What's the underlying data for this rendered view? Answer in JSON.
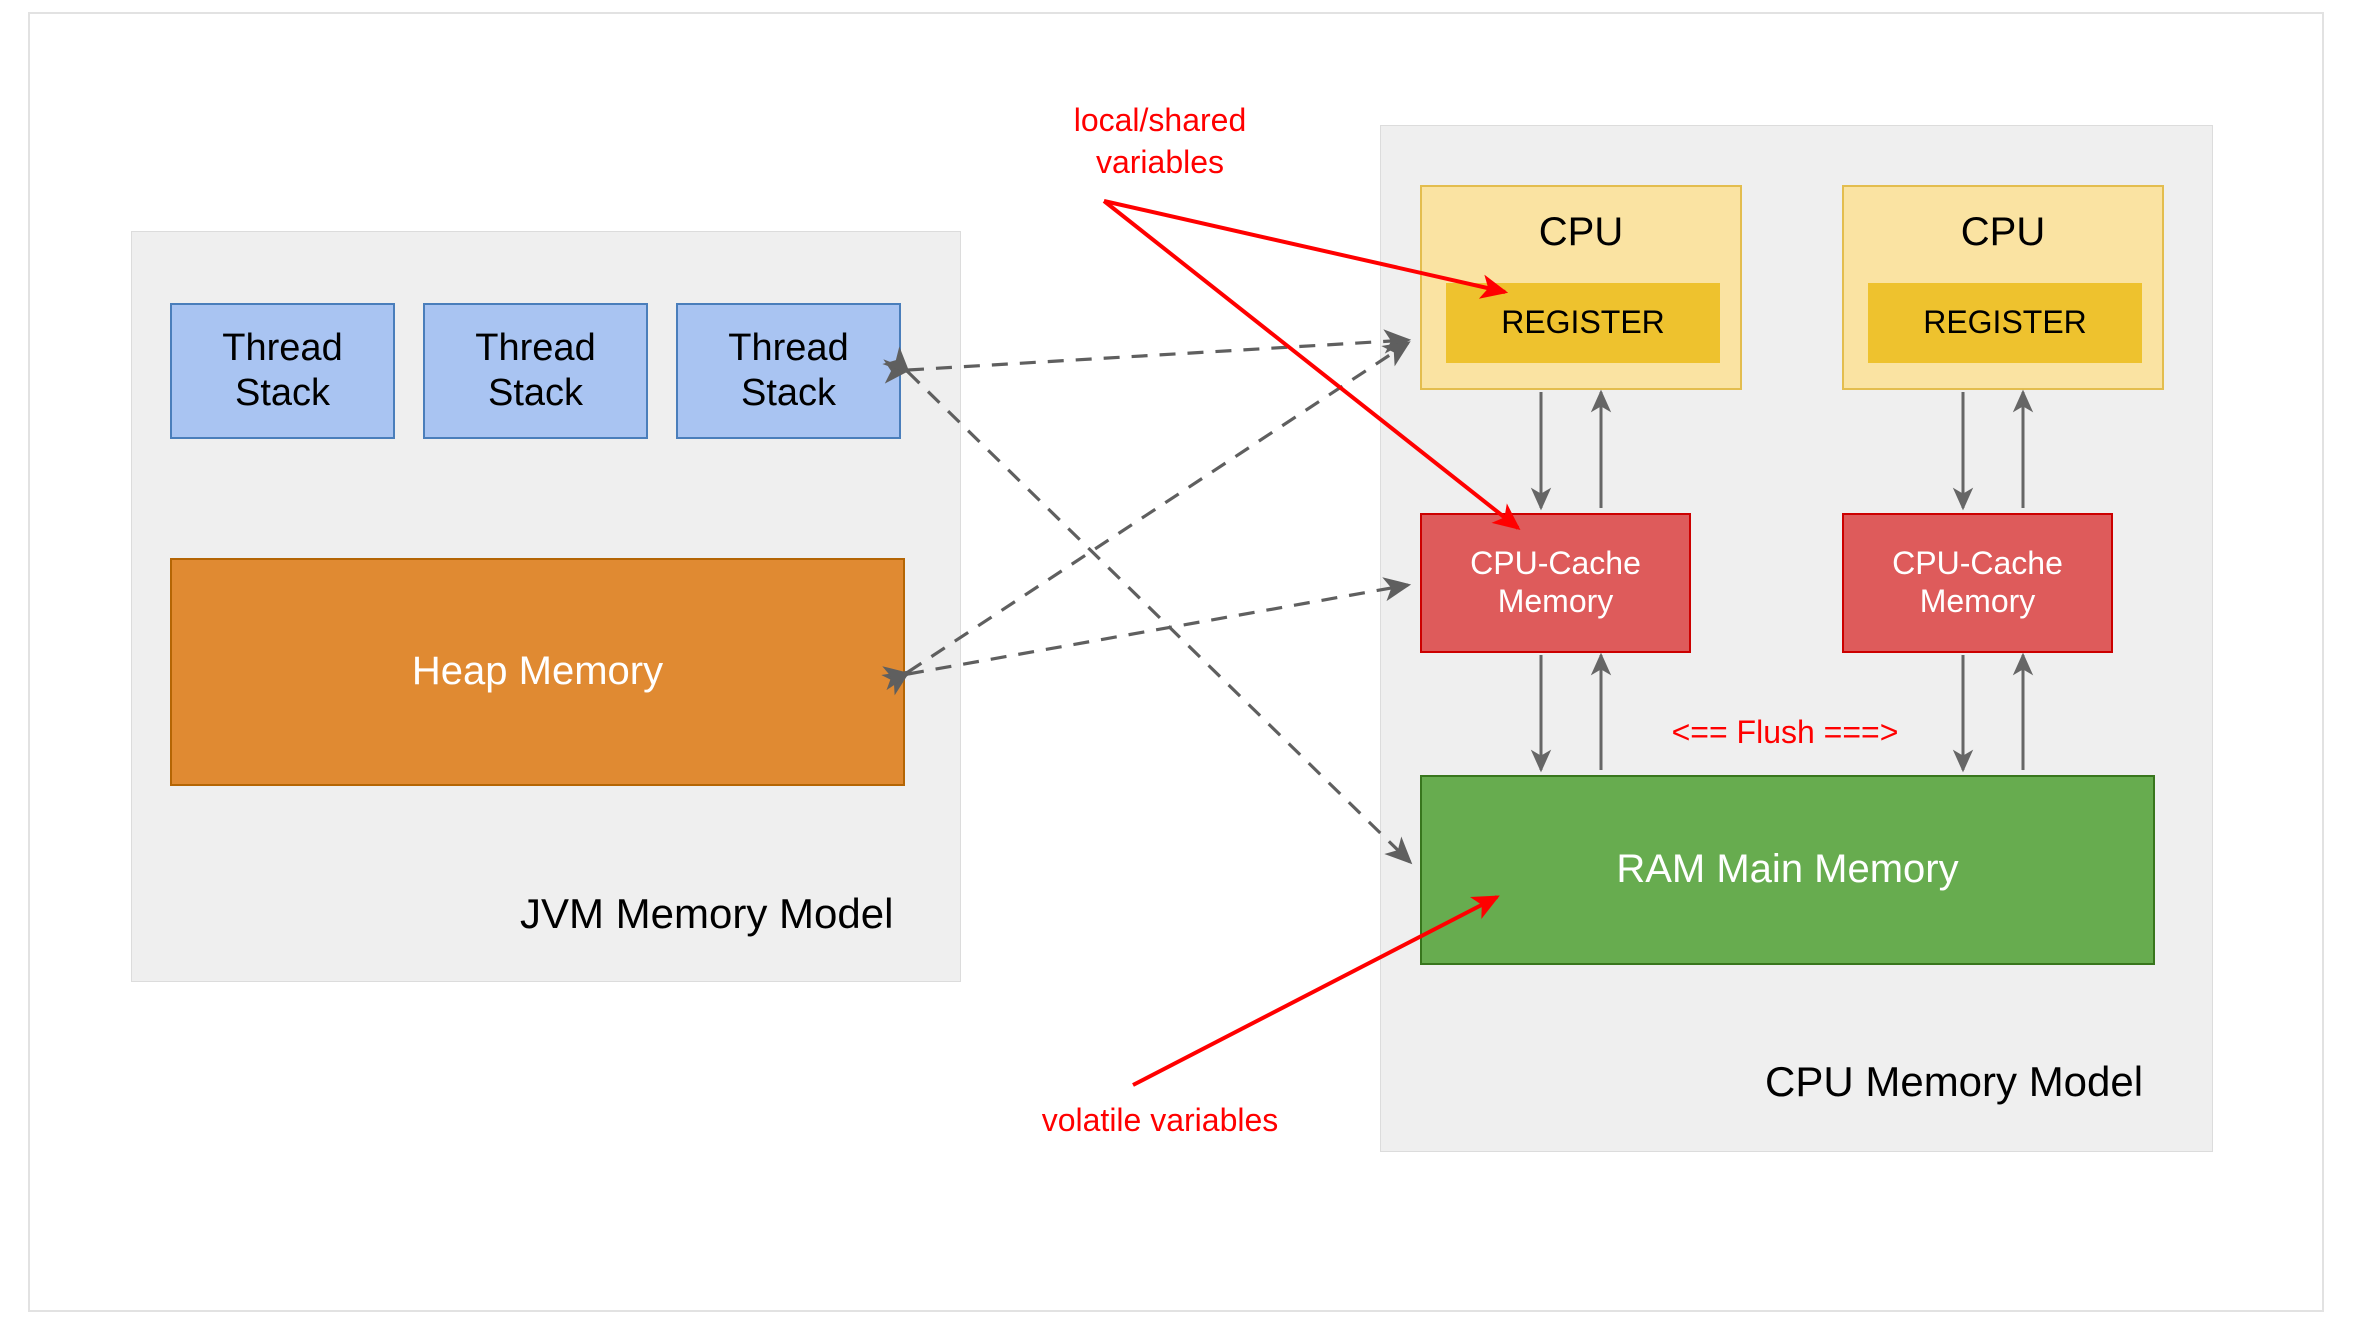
{
  "diagram": {
    "title_jvm": "JVM Memory Model",
    "title_cpu": "CPU Memory Model"
  },
  "jvm_panel": {
    "title": "JVM Memory Model",
    "thread_stacks": [
      {
        "label": "Thread\nStack"
      },
      {
        "label": "Thread\nStack"
      },
      {
        "label": "Thread\nStack"
      }
    ],
    "heap": {
      "label": "Heap Memory"
    }
  },
  "cpu_panel": {
    "title": "CPU Memory Model",
    "cpus": [
      {
        "label": "CPU",
        "register_label": "REGISTER",
        "cache_label": "CPU-Cache\nMemory"
      },
      {
        "label": "CPU",
        "register_label": "REGISTER",
        "cache_label": "CPU-Cache\nMemory"
      }
    ],
    "ram": {
      "label": "RAM Main Memory"
    }
  },
  "annotations": {
    "local_shared": "local/shared\nvariables",
    "volatile": "volatile variables",
    "flush": "<== Flush ===>"
  },
  "colors": {
    "panel_background": "#efefef",
    "panel_border": "#dcdcdc",
    "thread_stack_fill": "#a9c4f2",
    "thread_stack_border": "#4a7ebb",
    "heap_fill": "#e08a32",
    "heap_border": "#b46504",
    "cpu_fill": "#fae3a2",
    "cpu_border": "#e3bd4e",
    "register_fill": "#eec22e",
    "cache_fill": "#de5b5b",
    "cache_border": "#cc0000",
    "ram_fill": "#67ac4f",
    "ram_border": "#38761d",
    "annotation_red": "#ff0000",
    "dashed_arrow": "#5f5f5f",
    "solid_arrow": "#666666"
  }
}
